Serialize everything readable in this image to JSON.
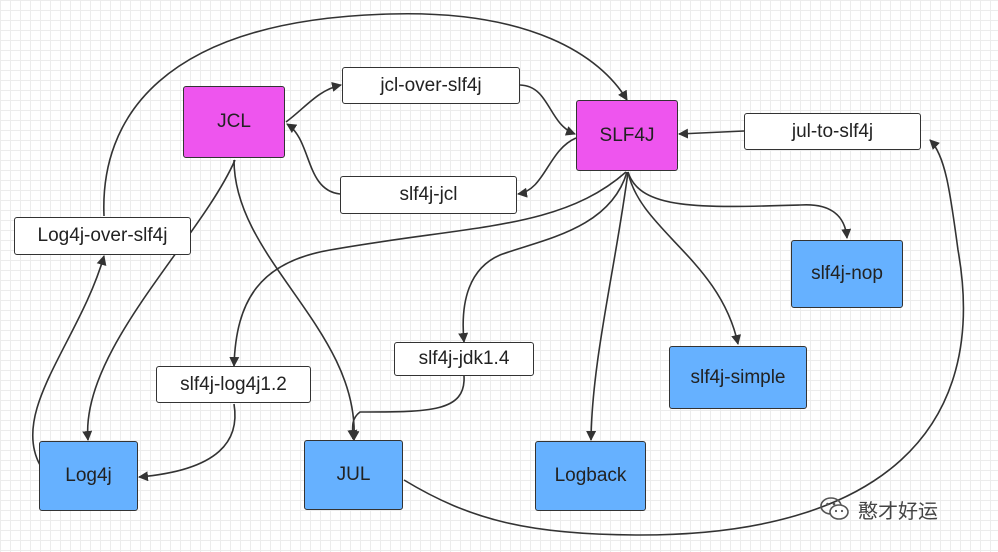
{
  "nodes": {
    "jcl": "JCL",
    "slf4j": "SLF4J",
    "jcl_over_slf4j": "jcl-over-slf4j",
    "slf4j_jcl": "slf4j-jcl",
    "jul_to_slf4j": "jul-to-slf4j",
    "log4j_over_slf4j": "Log4j-over-slf4j",
    "slf4j_nop": "slf4j-nop",
    "slf4j_log4j12": "slf4j-log4j1.2",
    "slf4j_jdk14": "slf4j-jdk1.4",
    "slf4j_simple": "slf4j-simple",
    "log4j": "Log4j",
    "jul": "JUL",
    "logback": "Logback"
  },
  "colors": {
    "api_fill": "#ee55ee",
    "implementation_fill": "#66b1ff",
    "bridge_fill": "#ffffff",
    "edge": "#333333"
  },
  "watermark": {
    "text": "憨才好运",
    "icon": "wechat-icon"
  }
}
